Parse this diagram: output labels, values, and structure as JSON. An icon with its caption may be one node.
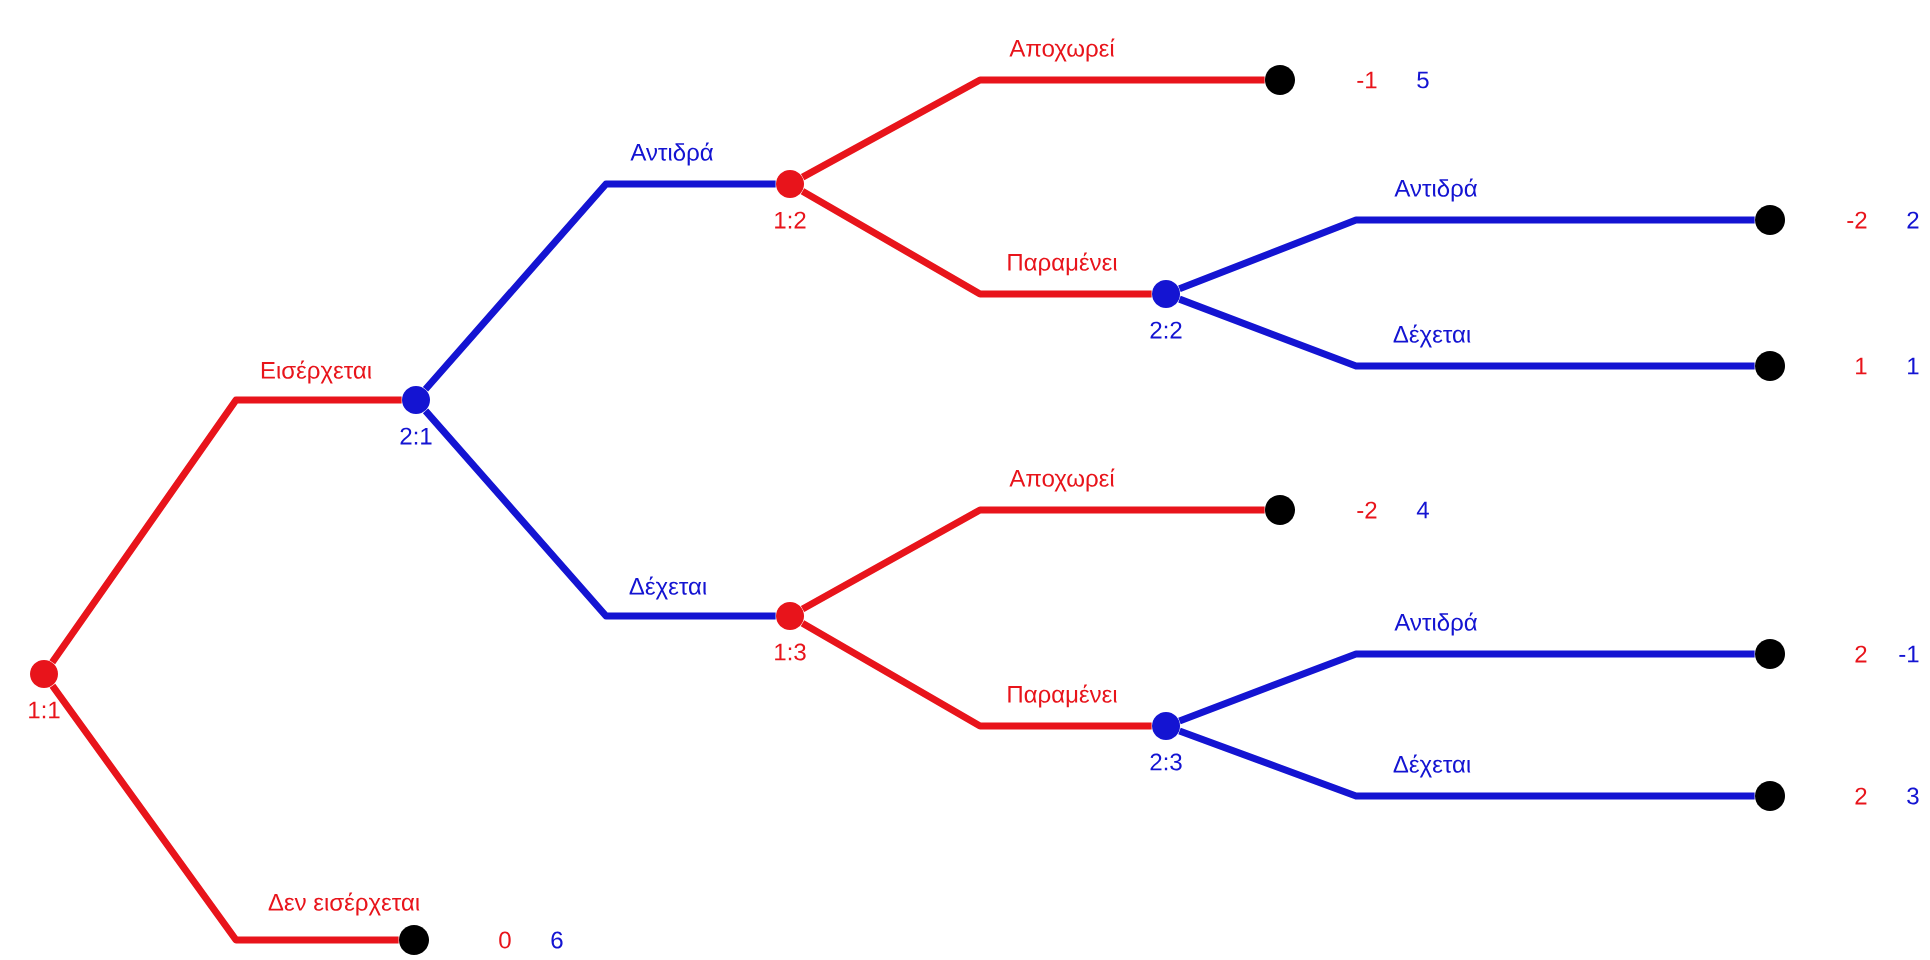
{
  "diagram": {
    "nodes": [
      {
        "text": [],
        "shape": "circle",
        "beside": [
          "1:1"
        ]
      },
      {
        "text": [],
        "shape": "circle",
        "beside": [
          "2:1"
        ]
      },
      {
        "text": [],
        "shape": "circle",
        "beside": [
          "0",
          "6"
        ]
      },
      {
        "text": [],
        "shape": "circle",
        "beside": [
          "1:2"
        ]
      },
      {
        "text": [],
        "shape": "circle",
        "beside": [
          "1:3"
        ]
      },
      {
        "text": [],
        "shape": "circle",
        "beside": [
          "-1",
          "5"
        ]
      },
      {
        "text": [],
        "shape": "circle",
        "beside": [
          "2:2"
        ]
      },
      {
        "text": [],
        "shape": "circle",
        "beside": [
          "-2",
          "2"
        ]
      },
      {
        "text": [],
        "shape": "circle",
        "beside": [
          "1",
          "1"
        ]
      },
      {
        "text": [],
        "shape": "circle",
        "beside": [
          "-2",
          "4"
        ]
      },
      {
        "text": [],
        "shape": "circle",
        "beside": [
          "2:3"
        ]
      },
      {
        "text": [],
        "shape": "circle",
        "beside": [
          "2",
          "-1"
        ]
      },
      {
        "text": [],
        "shape": "circle",
        "beside": [
          "2",
          "3"
        ]
      }
    ],
    "edges": [
      {
        "from": 0,
        "to": 1,
        "arrow": "none",
        "label": "Εισέρχεται",
        "color": "#e8141b"
      },
      {
        "from": 0,
        "to": 2,
        "arrow": "none",
        "label": "Δεν εισέρχεται",
        "color": "#e8141b"
      },
      {
        "from": 1,
        "to": 3,
        "arrow": "none",
        "label": "Αντιδρά",
        "color": "#1414d2"
      },
      {
        "from": 1,
        "to": 4,
        "arrow": "none",
        "label": "Δέχεται",
        "color": "#1414d2"
      },
      {
        "from": 3,
        "to": 5,
        "arrow": "none",
        "label": "Αποχωρεί",
        "color": "#e8141b"
      },
      {
        "from": 3,
        "to": 6,
        "arrow": "none",
        "label": "Παραμένει",
        "color": "#e8141b"
      },
      {
        "from": 6,
        "to": 7,
        "arrow": "none",
        "label": "Αντιδρά",
        "color": "#1414d2"
      },
      {
        "from": 6,
        "to": 8,
        "arrow": "none",
        "label": "Δέχεται",
        "color": "#1414d2"
      },
      {
        "from": 4,
        "to": 9,
        "arrow": "none",
        "label": "Αποχωρεί",
        "color": "#e8141b"
      },
      {
        "from": 4,
        "to": 10,
        "arrow": "none",
        "label": "Παραμένει",
        "color": "#e8141b"
      },
      {
        "from": 10,
        "to": 11,
        "arrow": "none",
        "label": "Αντιδρά",
        "color": "#1414d2"
      },
      {
        "from": 10,
        "to": 12,
        "arrow": "none",
        "label": "Δέχεται",
        "color": "#1414d2"
      }
    ]
  }
}
